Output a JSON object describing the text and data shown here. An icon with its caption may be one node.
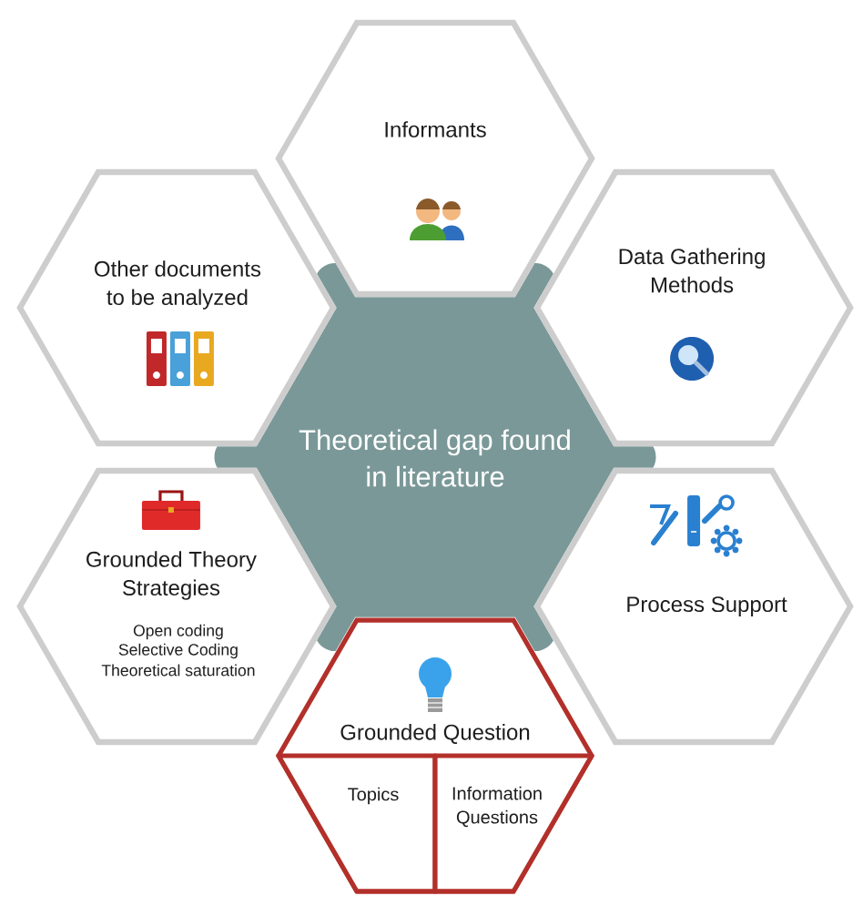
{
  "diagram": {
    "nodes": [
      {
        "text": [
          "Informants"
        ]
      },
      {
        "text": [
          "Other documents to be analyzed"
        ]
      },
      {
        "text": [
          "Data Gathering Methods"
        ]
      },
      {
        "text": [
          "Theoretical gap found in literature"
        ]
      },
      {
        "text": [
          "Grounded Theory Strategies",
          "Open coding",
          "Selective Coding",
          "Theoretical saturation"
        ]
      },
      {
        "text": [
          "Process Support"
        ]
      },
      {
        "text": [
          "Grounded Question"
        ]
      },
      {
        "text": [
          "Topics"
        ],
        "in": 6
      },
      {
        "text": [
          "Information Questions"
        ],
        "in": 6
      }
    ]
  }
}
